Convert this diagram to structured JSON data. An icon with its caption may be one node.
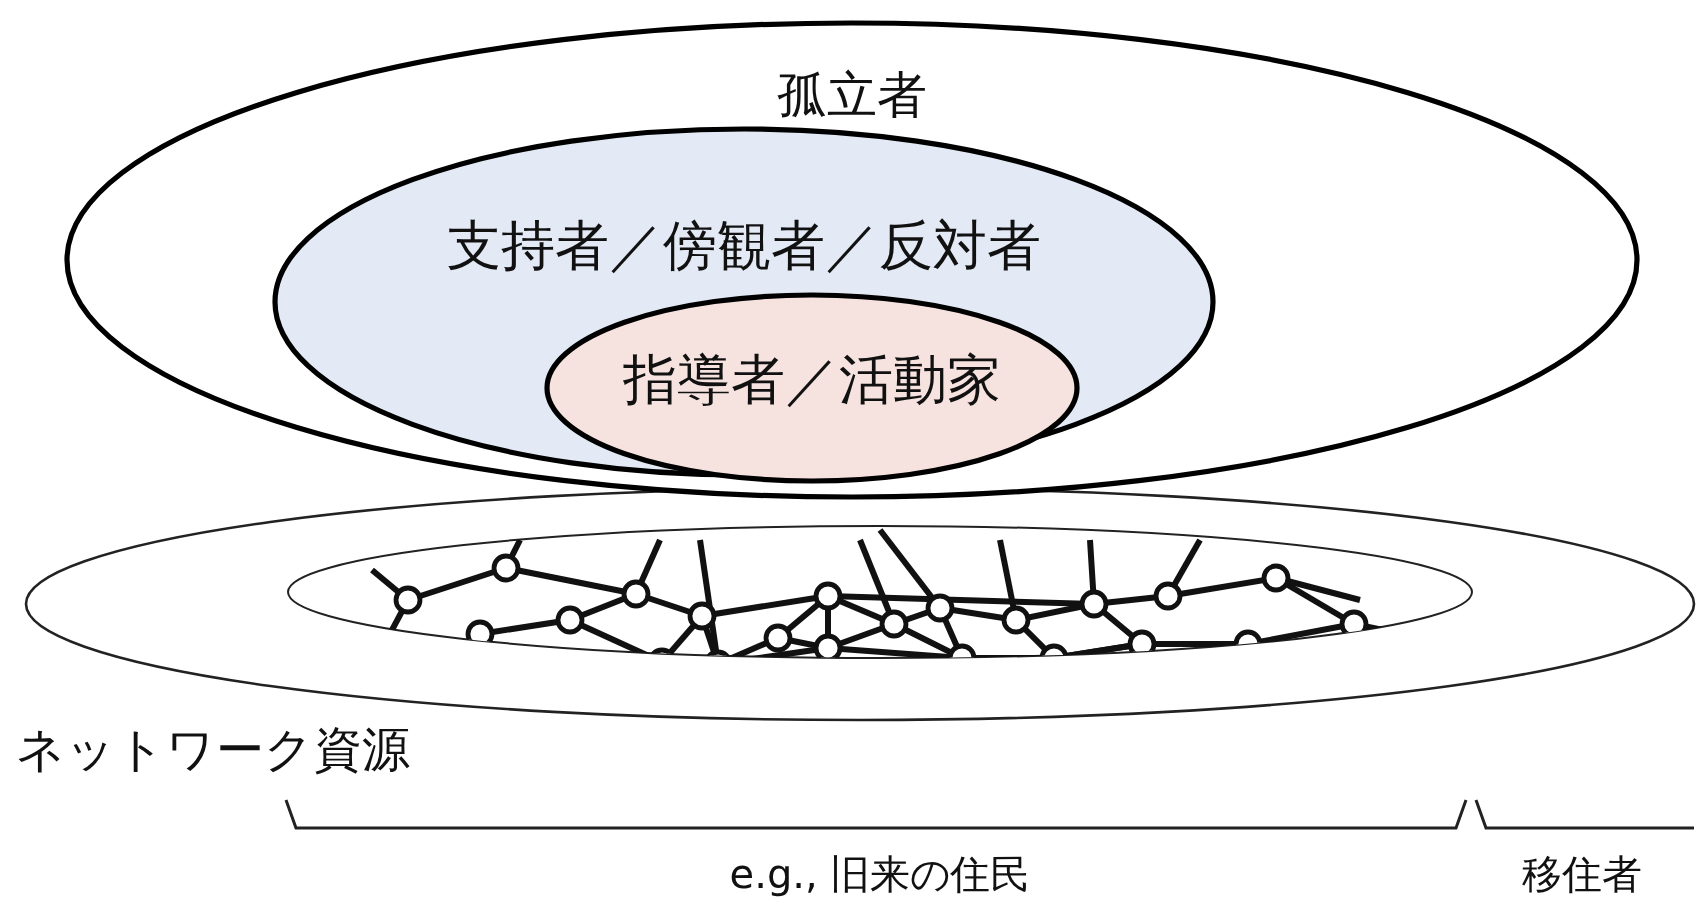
{
  "diagram": {
    "nodes": [
      {
        "text": [
          "孤立者"
        ]
      },
      {
        "text": [
          "支持者／傍観者／反対者"
        ],
        "in": 0
      },
      {
        "text": [
          "指導者／活動家"
        ],
        "in": 1
      }
    ],
    "labels": [
      "ネットワーク資源",
      "e.g., 旧来の住民",
      "移住者"
    ]
  }
}
